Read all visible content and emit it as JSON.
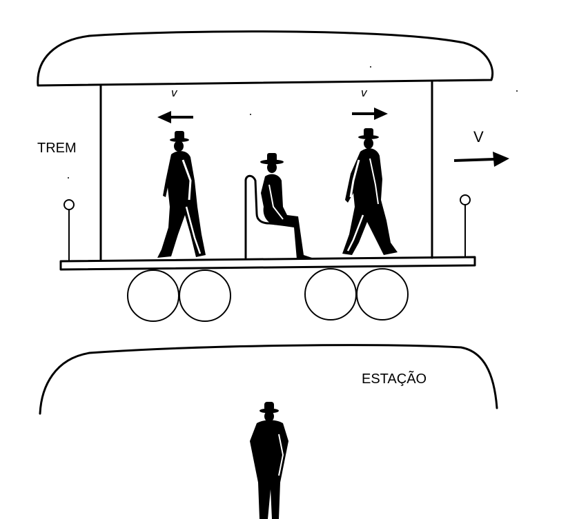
{
  "labels": {
    "train": "TREM",
    "station": "ESTAÇÃO",
    "v_left": "v",
    "v_right": "v",
    "V_train": "V"
  },
  "colors": {
    "ink": "#000000",
    "paper": "#ffffff"
  },
  "figures": {
    "walker_left": "walking-man-facing-left",
    "seated": "seated-man",
    "walker_right": "walking-man-facing-right",
    "observer": "standing-man-on-platform"
  },
  "arrows": {
    "v_left_direction": "left",
    "v_right_direction": "right",
    "V_train_direction": "right"
  }
}
